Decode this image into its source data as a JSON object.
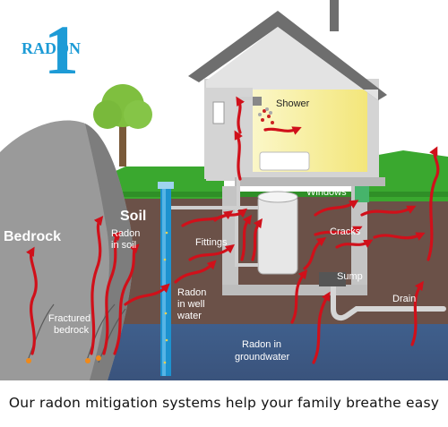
{
  "logo": {
    "word": "RADON",
    "digit": "1",
    "color": "#1d9bd6"
  },
  "labels": {
    "bedrock": "Bedrock",
    "soil": "Soil",
    "radon_in_soil": [
      "Radon",
      "in soil"
    ],
    "fractured_bedrock": [
      "Fractured",
      "bedrock"
    ],
    "radon_in_well_water": [
      "Radon",
      "in well",
      "water"
    ],
    "fittings": "Fittings",
    "shower": "Shower",
    "windows": "Windows",
    "cracks": "Cracks",
    "sump": "Sump",
    "drain": "Drain",
    "radon_in_groundwater": [
      "Radon in",
      "groundwater"
    ]
  },
  "caption": "Our radon mitigation systems help your family breathe easy",
  "colors": {
    "radon_arrow": "#d0101a",
    "soil": "#6b5148",
    "groundwater": "#3d5a86",
    "grass": "#3aa82f",
    "bedrock": "#9a9a9a",
    "roof": "#6e6e6e",
    "house_wall": "#d4d4d4",
    "interior": "#f7f0a8"
  },
  "icons": [
    "tree-icon",
    "radon-arrow-icon",
    "shower-head-icon",
    "chimney-icon",
    "well-pipe-icon",
    "drain-pipe-icon"
  ]
}
